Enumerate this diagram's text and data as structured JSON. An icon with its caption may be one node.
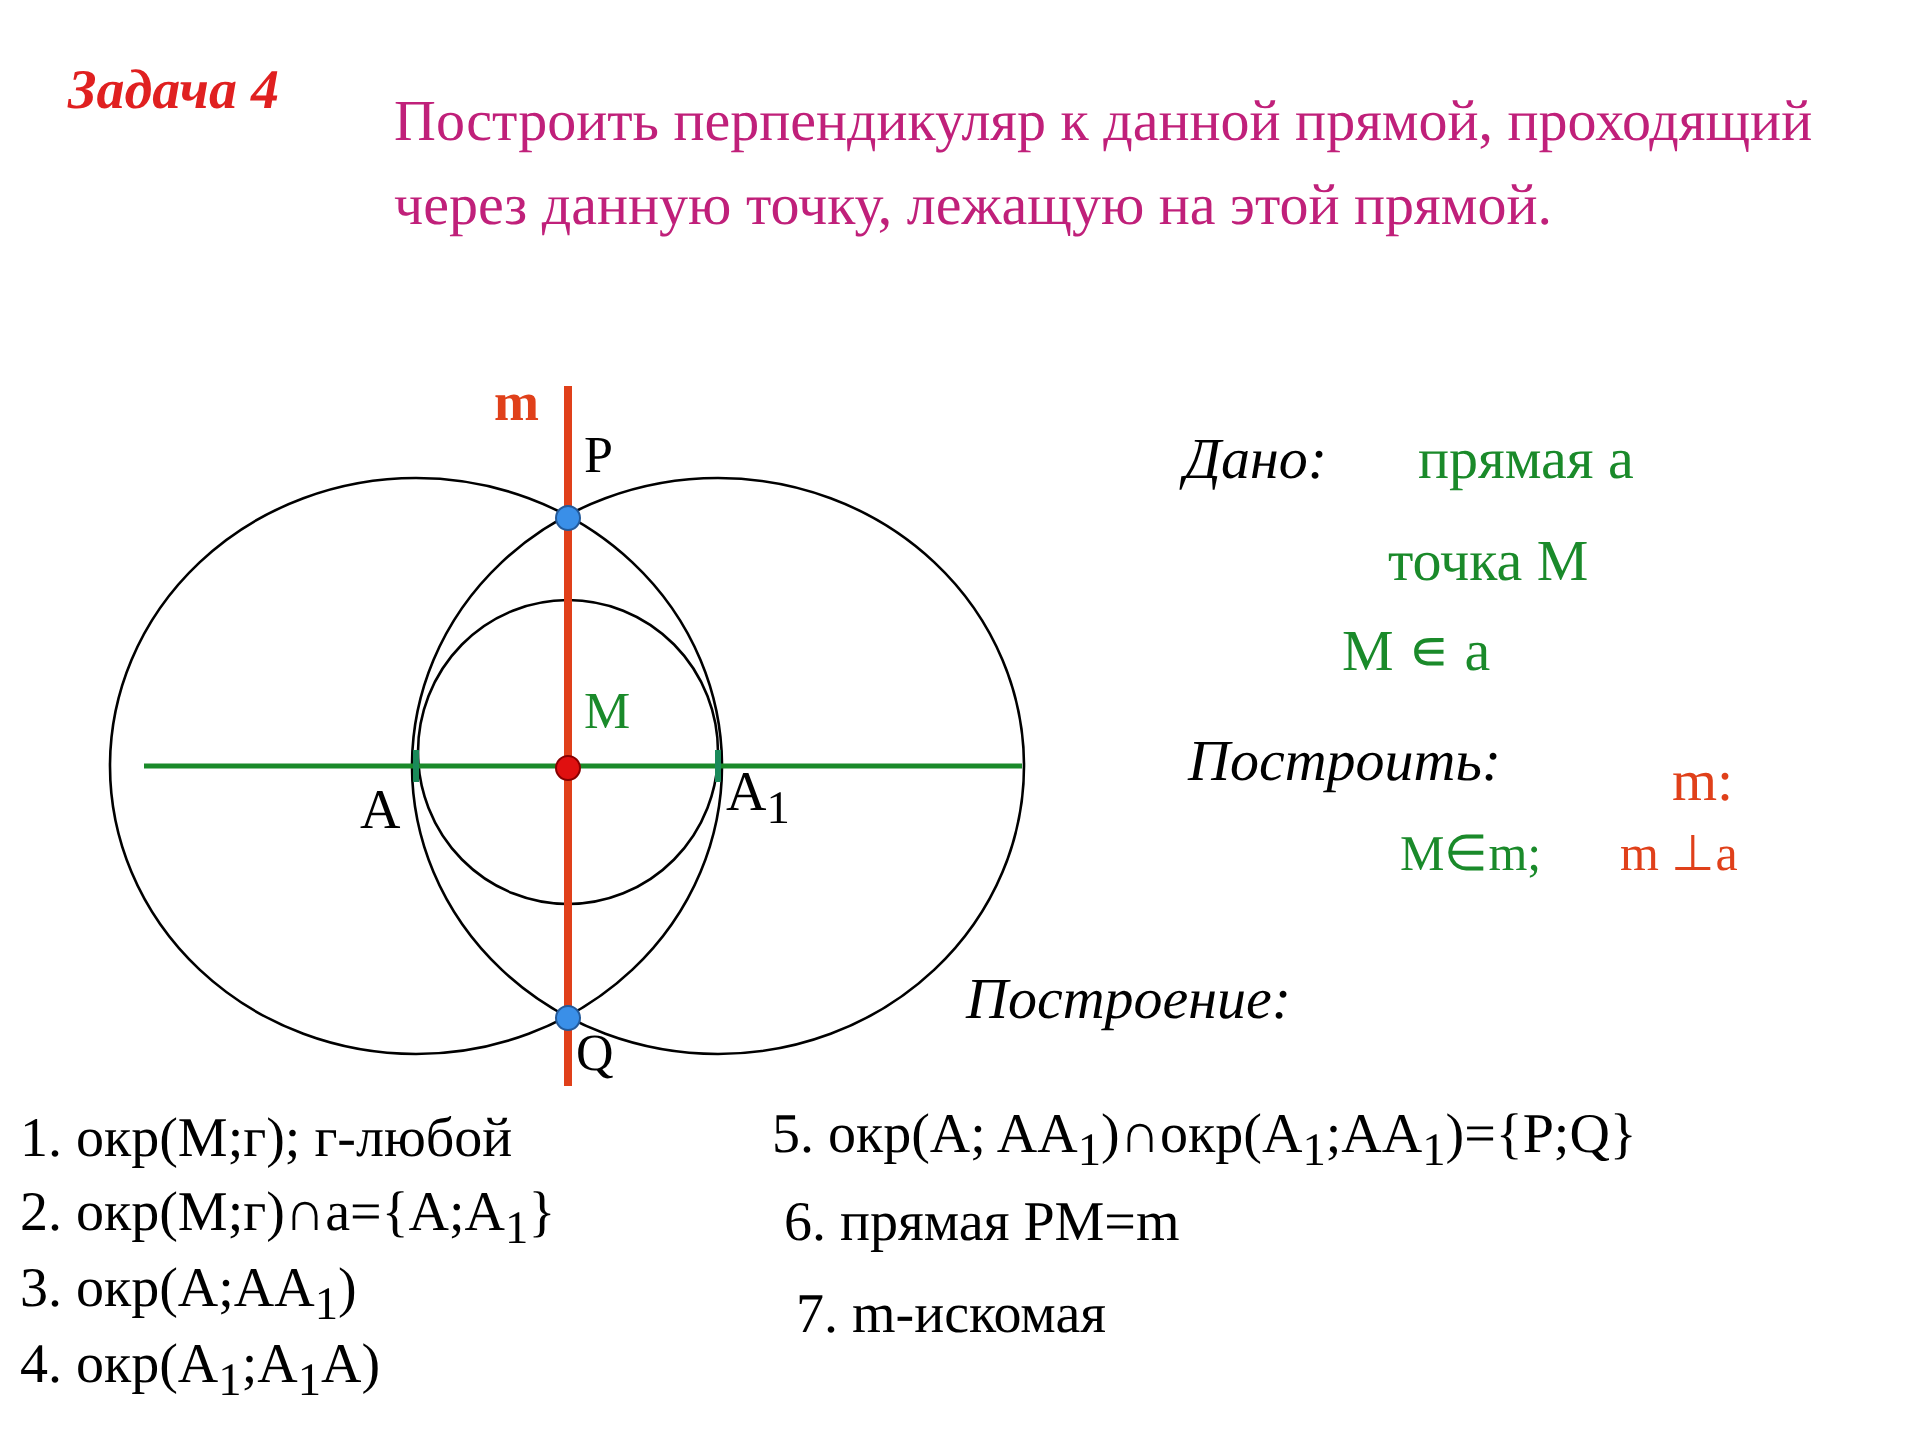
{
  "diagram": {
    "title": "Задача 4",
    "labels": [
      "Построить перпендикуляр к данной прямой, проходящий через данную точку, лежащую на этой прямой.",
      "m",
      "P",
      "M",
      "A",
      "A$_{1}$",
      "Q",
      "Дано:",
      "прямая а",
      "точка М",
      "М ∊ а",
      "Построить:",
      "m:",
      "M∈m;",
      "m ⊥a",
      "Построение:",
      "1. окр(М;г); г-любой",
      "2. окр(М;г)∩а={A;A$_{1}$}",
      "3. окр(A;AA$_{1}$)",
      "4. окр(A$_{1}$;A$_{1}$A)",
      "5. окр(A; AA$_{1}$)∩окр(A$_{1}$;AA$_{1}$)={P;Q}",
      "6. прямая PM=m",
      "7.  m-искомая"
    ]
  }
}
